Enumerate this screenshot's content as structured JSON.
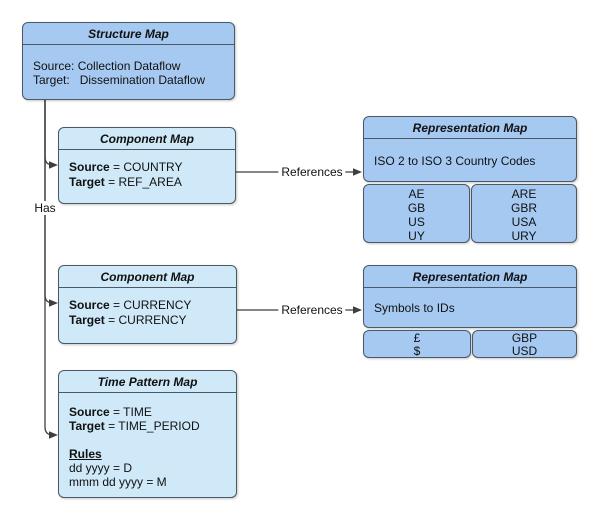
{
  "diagram": {
    "colors": {
      "blue_fill": "#a6c9f2",
      "cyan_fill": "#cfe9f8",
      "border": "#4a5965",
      "connector": "#3f3f3f",
      "background": "#ffffff"
    },
    "nodes": {
      "structure_map": {
        "title": "Structure Map",
        "body_lines": [
          "Source: Collection Dataflow",
          "Target:   Dissemination Dataflow"
        ]
      },
      "component_map_country": {
        "title": "Component Map",
        "rows": [
          {
            "label": "Source",
            "value": "= COUNTRY"
          },
          {
            "label": "Target",
            "value": "= REF_AREA"
          }
        ]
      },
      "representation_map_country": {
        "title": "Representation Map",
        "description": "ISO 2 to ISO 3 Country Codes",
        "source_codes": [
          "AE",
          "GB",
          "US",
          "UY"
        ],
        "target_codes": [
          "ARE",
          "GBR",
          "USA",
          "URY"
        ]
      },
      "component_map_currency": {
        "title": "Component Map",
        "rows": [
          {
            "label": "Source",
            "value": "= CURRENCY"
          },
          {
            "label": "Target",
            "value": "= CURRENCY"
          }
        ]
      },
      "representation_map_currency": {
        "title": "Representation Map",
        "description": "Symbols to IDs",
        "source_codes": [
          "£",
          "$"
        ],
        "target_codes": [
          "GBP",
          "USD"
        ]
      },
      "time_pattern_map": {
        "title": "Time Pattern Map",
        "rows": [
          {
            "label": "Source",
            "value": "= TIME"
          },
          {
            "label": "Target",
            "value": "= TIME_PERIOD"
          }
        ],
        "rules_heading": "Rules",
        "rules": [
          "dd yyyy = D",
          "mmm dd yyyy = M"
        ]
      }
    },
    "edges": {
      "has": "Has",
      "references_country": "References",
      "references_currency": "References"
    }
  }
}
